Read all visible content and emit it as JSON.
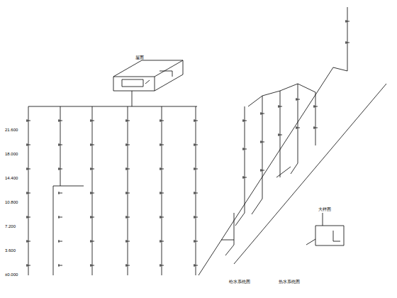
{
  "diagram": {
    "labels": [
      "±0.000",
      "3.600",
      "7.200",
      "10.800",
      "14.400",
      "18.000",
      "21.600",
      "屋面",
      "给水系统图",
      "热水系统图",
      "大样图"
    ]
  }
}
